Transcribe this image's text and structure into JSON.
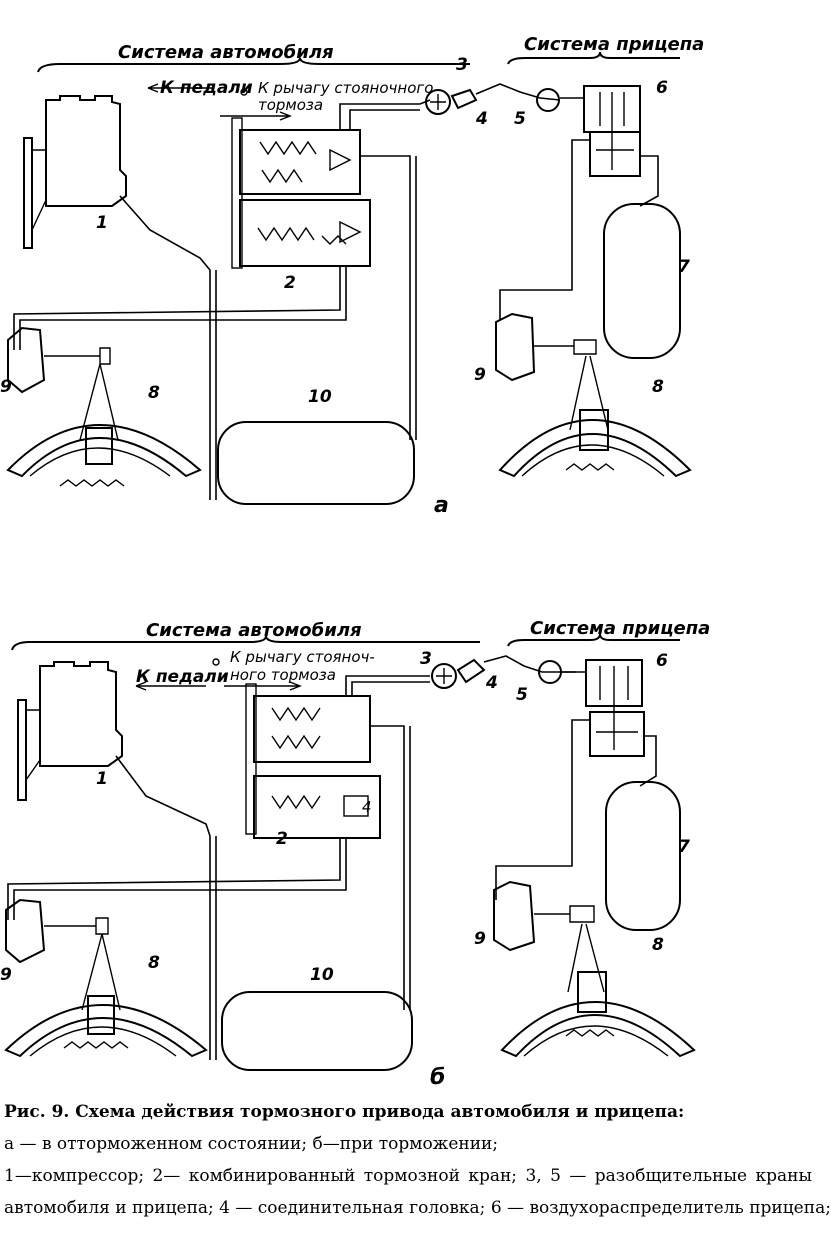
{
  "diagram_a": {
    "system_car": "Система автомобиля",
    "system_trailer": "Система прицепа",
    "to_pedal": "К педали",
    "to_parking_lever_1": "К рычагу стояночного",
    "to_parking_lever_2": "тормоза",
    "numbers": [
      "1",
      "2",
      "3",
      "4",
      "5",
      "6",
      "7",
      "8",
      "8",
      "9",
      "9",
      "10"
    ],
    "letter": "а"
  },
  "diagram_b": {
    "system_car": "Система автомобиля",
    "system_trailer": "Система прицепа",
    "to_pedal": "К педали",
    "to_parking_lever_1": "К рычагу стояноч-",
    "to_parking_lever_2": "ного тормоза",
    "numbers": [
      "1",
      "2",
      "3",
      "4",
      "5",
      "6",
      "7",
      "8",
      "8",
      "9",
      "9",
      "10"
    ],
    "inner_mark": "4",
    "letter": "б"
  },
  "caption": {
    "title": "Рис. 9. Схема действия тормозного привода автомобиля и прицепа:",
    "line1": "а — в отторможенном состоянии; б—при торможении;",
    "line2_words": [
      "1—компрессор;",
      "2—",
      "комбинированный",
      "тормозной",
      "кран;",
      "3,",
      "5",
      "—",
      "разобщительные",
      "краны"
    ],
    "line3": "автомобиля и прицепа; 4 — соединительная головка; 6 — воздухораспределитель прицепа;"
  }
}
